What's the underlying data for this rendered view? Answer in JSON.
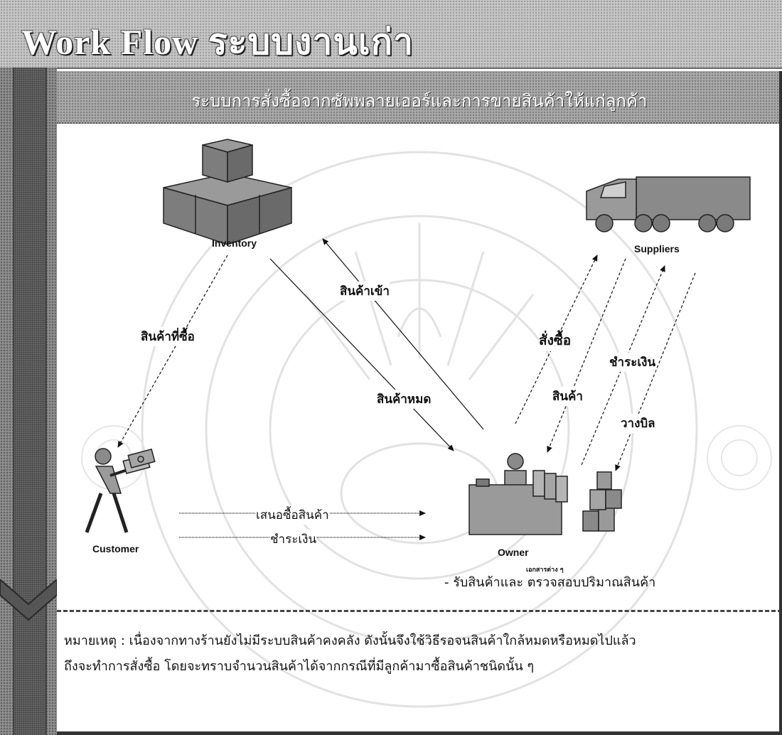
{
  "title": "Work Flow ระบบงานเก่า",
  "subtitle": "ระบบการสั่งซื้อจากซัพพลายเออร์และการขายสินค้าให้แก่ลูกค้า",
  "nodes": {
    "inventory": "Inventory",
    "suppliers": "Suppliers",
    "customer": "Customer",
    "owner": "Owner",
    "documents": "เอกสารต่าง ๆ"
  },
  "edges": {
    "purchased_goods": "สินค้าที่ซื้อ",
    "goods_in": "สินค้าเข้า",
    "out_of_stock": "สินค้าหมด",
    "order": "สั่งซื้อ",
    "payment_supplier": "ชำระเงิน",
    "goods": "สินค้า",
    "invoice": "วางบิล",
    "purchase_offer": "เสนอซื้อสินค้า",
    "payment_customer": "ชำระเงิน"
  },
  "owner_task": "- รับสินค้าและ ตรวจสอบปริมาณสินค้า",
  "note": [
    "หมายเหตุ : เนื่องจากทางร้านยังไม่มีระบบสินค้าคงคลัง ดังนั้นจึงใช้วิธีรอจนสินค้าใกล้หมดหรือหมดไปแล้ว",
    "ถึงจะทำการสั่งซื้อ โดยจะทราบจำนวนสินค้าได้จากกรณีที่มีลูกค้ามาซื้อสินค้าชนิดนั้น ๆ"
  ]
}
